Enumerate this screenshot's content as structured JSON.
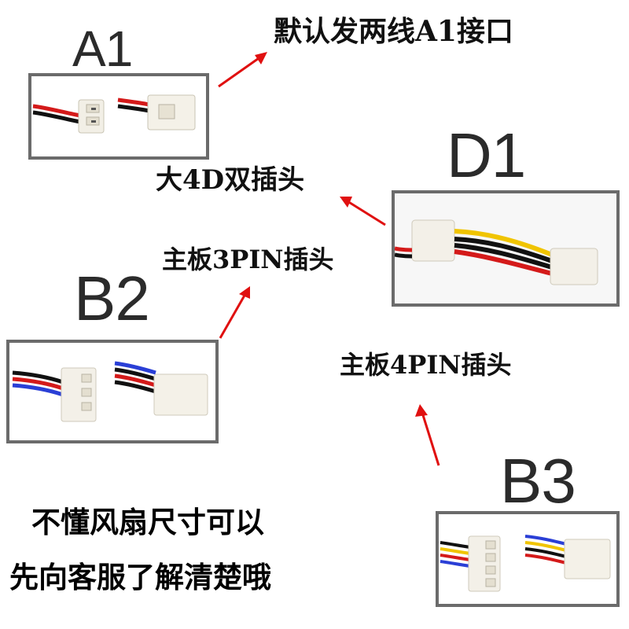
{
  "labels": {
    "a1": "A1",
    "d1": "D1",
    "b2": "B2",
    "b3": "B3"
  },
  "captions": {
    "a1_desc": "默认发两线A1接口",
    "d1_desc": "大4D双插头",
    "b2_desc": "主板3PIN插头",
    "b3_desc": "主板4PIN插头"
  },
  "notice": {
    "line1": "不懂风扇尺寸可以",
    "line2": "先向客服了解清楚哦"
  },
  "colors": {
    "arrow": "#e01010",
    "box_border": "#6b6b6b",
    "wire_red": "#d41a1a",
    "wire_black": "#111111",
    "wire_yellow": "#f0c400",
    "wire_blue": "#2a3fd6",
    "connector": "#f2efe6"
  }
}
